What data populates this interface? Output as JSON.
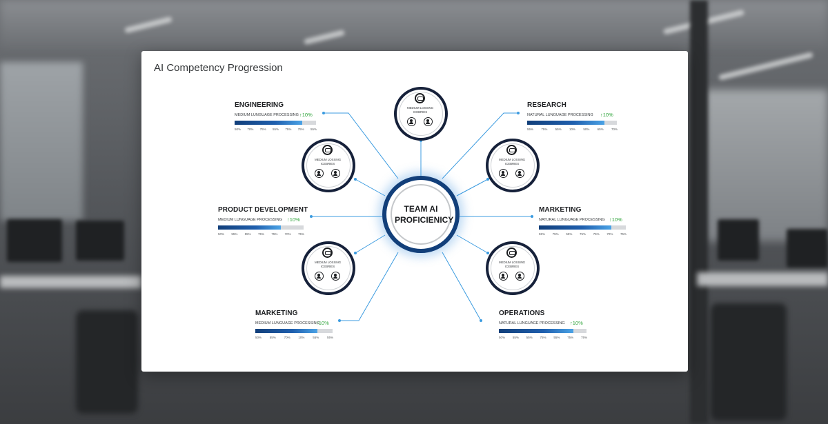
{
  "title": "AI Competency Progression",
  "hub": {
    "label": "TEAM AI PROFICIENICY"
  },
  "nodes": [
    {
      "caption": "MEDIUM LOSSING ICEBRIES"
    },
    {
      "caption": "MEDIUM LOSSING ICEBRIES"
    },
    {
      "caption": "MEDIUM LOSSING ICEBRIES"
    },
    {
      "caption": "MEDIUM LOSSING ICEBRIES"
    },
    {
      "caption": "MEDIUM LOSSING ICEBRIES"
    }
  ],
  "departments": [
    {
      "title": "ENGINEERING",
      "subtitle": "MEDIUM LUNGUAGE PROCESSING",
      "delta": "10%",
      "progress": 0.83,
      "ticks": [
        "50%",
        "70%",
        "75%",
        "55%",
        "75%",
        "75%",
        "55%"
      ]
    },
    {
      "title": "RESEARCH",
      "subtitle": "NATURAL LUNGUAGE PROCESSING",
      "delta": "10%",
      "progress": 0.86,
      "ticks": [
        "55%",
        "75%",
        "55%",
        "10%",
        "50%",
        "65%",
        "70%"
      ]
    },
    {
      "title": "PRODUCT DEVELOPMENT",
      "subtitle": "MEDIUM LUNGUAGE PROCESSING",
      "delta": "10%",
      "progress": 0.73,
      "ticks": [
        "50%",
        "55%",
        "55%",
        "75%",
        "75%",
        "70%",
        "75%"
      ]
    },
    {
      "title": "MARKETING",
      "subtitle": "NATURAL LUNGUAGE PROCESSING",
      "delta": "10%",
      "progress": 0.83,
      "ticks": [
        "55%",
        "75%",
        "55%",
        "75%",
        "75%",
        "70%",
        "75%"
      ]
    },
    {
      "title": "MARKETING",
      "subtitle": "MEDIUM LUNGUAGE PROCESSING",
      "delta": "10%",
      "progress": 0.8,
      "ticks": [
        "50%",
        "55%",
        "70%",
        "10%",
        "55%",
        "55%"
      ]
    },
    {
      "title": "OPERATIONS",
      "subtitle": "NATURAL LUNGUAGE PROCESSING",
      "delta": "10%",
      "progress": 0.85,
      "ticks": [
        "50%",
        "55%",
        "55%",
        "75%",
        "55%",
        "75%",
        "75%"
      ]
    }
  ],
  "colors": {
    "hub_ring": "#123f7a",
    "node_ring": "#16213a",
    "connector": "#3b9be0",
    "bar_start": "#123f7a",
    "bar_end": "#4ba3e6",
    "delta": "#2ea43a"
  },
  "icons": {
    "delta": "arrow-up-icon",
    "node_top": "robot-icon",
    "node_people": "person-icon"
  }
}
